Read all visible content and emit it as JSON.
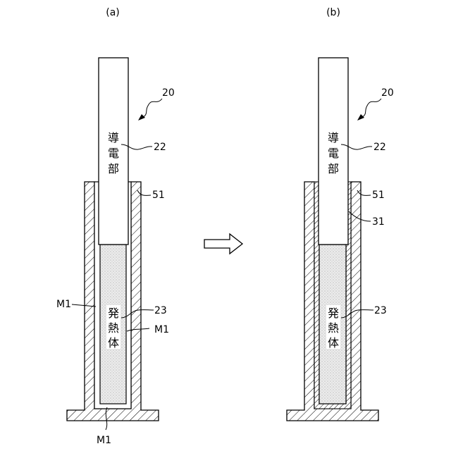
{
  "panels": {
    "a": {
      "caption": "(a)",
      "labels": {
        "device": "20",
        "conductive_part": "22",
        "heating_body": "23",
        "tube": "51",
        "material_left": "M1",
        "material_right": "M1",
        "material_bottom": "M1"
      },
      "conductive_text": [
        "導",
        "電",
        "部"
      ],
      "heating_text": [
        "発",
        "熱",
        "体"
      ]
    },
    "b": {
      "caption": "(b)",
      "labels": {
        "device": "20",
        "conductive_part": "22",
        "heating_body": "23",
        "tube": "51",
        "layer": "31"
      },
      "conductive_text": [
        "導",
        "電",
        "部"
      ],
      "heating_text": [
        "発",
        "熱",
        "体"
      ]
    }
  },
  "transition_arrow": "right-arrow-icon"
}
